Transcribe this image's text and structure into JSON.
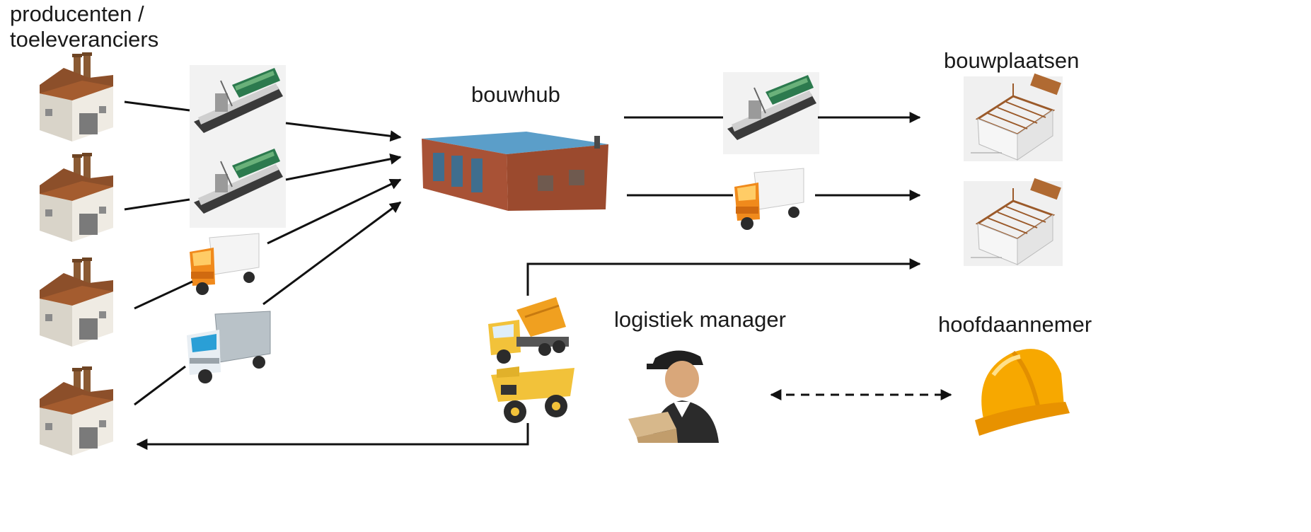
{
  "labels": {
    "producers_line1": "producenten /",
    "producers_line2": "toeleveranciers",
    "hub": "bouwhub",
    "sites": "bouwplaatsen",
    "manager": "logistiek manager",
    "contractor": "hoofdaannemer"
  },
  "icons": {
    "factory": "factory-icon",
    "barge": "cargo-barge-icon",
    "truck_orange": "delivery-truck-icon",
    "truck_blue": "box-truck-icon",
    "warehouse": "warehouse-icon",
    "construction_site": "house-construction-icon",
    "cement_mixer": "cement-mixer-truck-icon",
    "dump_truck": "dump-truck-icon",
    "manager": "logistics-manager-icon",
    "hard_hat": "hard-hat-icon"
  },
  "colors": {
    "arrow": "#111111",
    "truck_orange": "#f08a1c",
    "hard_hat": "#f7a800",
    "warehouse_wall": "#9b4a2e",
    "warehouse_roof": "#5b9ec9"
  }
}
